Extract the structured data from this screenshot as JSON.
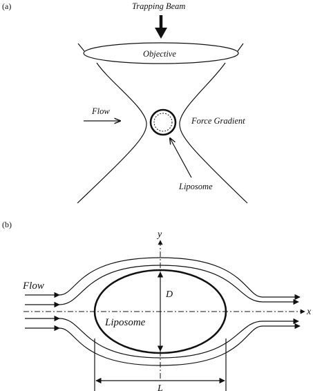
{
  "panel_a": {
    "label": "(a)",
    "trapping_beam": "Trapping Beam",
    "objective": "Objective",
    "flow": "Flow",
    "force_gradient": "Force Gradient",
    "liposome": "Liposome"
  },
  "panel_b": {
    "label": "(b)",
    "axis_y": "y",
    "axis_x": "x",
    "flow": "Flow",
    "dimension_d": "D",
    "liposome": "Liposome",
    "dimension_l": "L"
  }
}
